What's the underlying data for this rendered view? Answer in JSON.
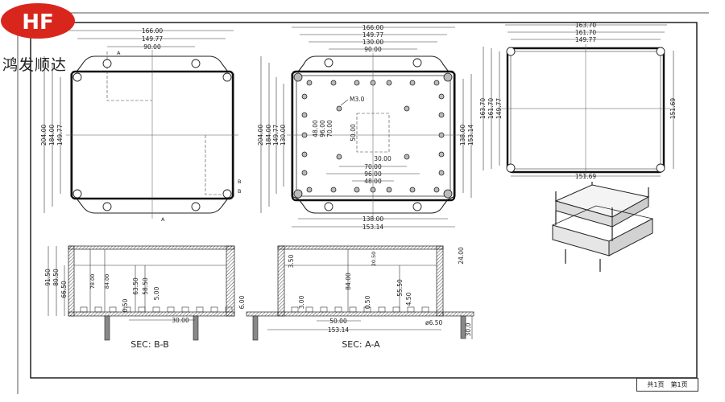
{
  "brand": {
    "logo_text": "HF",
    "name_cn": "鸿发顺达",
    "logo_color": "#d9261c"
  },
  "top_view": {
    "width_dims": [
      "166.00",
      "149.77",
      "90.00"
    ],
    "height_dims": [
      "204.00",
      "184.00",
      "149.77"
    ],
    "section_marks": [
      "A",
      "A",
      "B",
      "B"
    ]
  },
  "bottom_view": {
    "width_dims": [
      "166.00",
      "149.77",
      "130.00",
      "90.00"
    ],
    "height_dims": [
      "204.00",
      "184.00",
      "149.77",
      "130.00"
    ],
    "inner_vertical": [
      "48.00",
      "96.00",
      "70.00",
      "50.00"
    ],
    "inner_horizontal": [
      "30.00",
      "70.00",
      "96.00",
      "48.00"
    ],
    "right_dims": [
      "138.00",
      "153.14"
    ],
    "bottom_dims": [
      "138.00",
      "153.14"
    ],
    "screw_label": "M3.0"
  },
  "lid_view": {
    "width_dims": [
      "163.70",
      "161.70",
      "149.77"
    ],
    "height_dims": [
      "163.70",
      "161.70",
      "149.77"
    ],
    "right_dim": "151.69",
    "bottom_dim": "151.69"
  },
  "section_bb": {
    "title": "SEC: B-B",
    "height_dims": [
      "91.50",
      "80.50",
      "66.50"
    ],
    "inner_dims": [
      "78.00",
      "84.00",
      "63.50",
      "58.50",
      "5.00",
      "0.50"
    ],
    "bottom_dim": "30.00"
  },
  "section_aa": {
    "title": "SEC: A-A",
    "dims": {
      "d1": "3.50",
      "d2": "20.50",
      "d3": "24.00",
      "d4": "84.00",
      "d5": "3.00",
      "d6": "55.50",
      "d7": "0.50",
      "d8": "4.50",
      "d9": "6.00"
    },
    "bottom_dims": [
      "50.00",
      "153.14"
    ],
    "hole_dia": "ø6.50",
    "screw_len": "30.0"
  },
  "footer": {
    "total_pages": "共1页",
    "page": "第1页"
  }
}
